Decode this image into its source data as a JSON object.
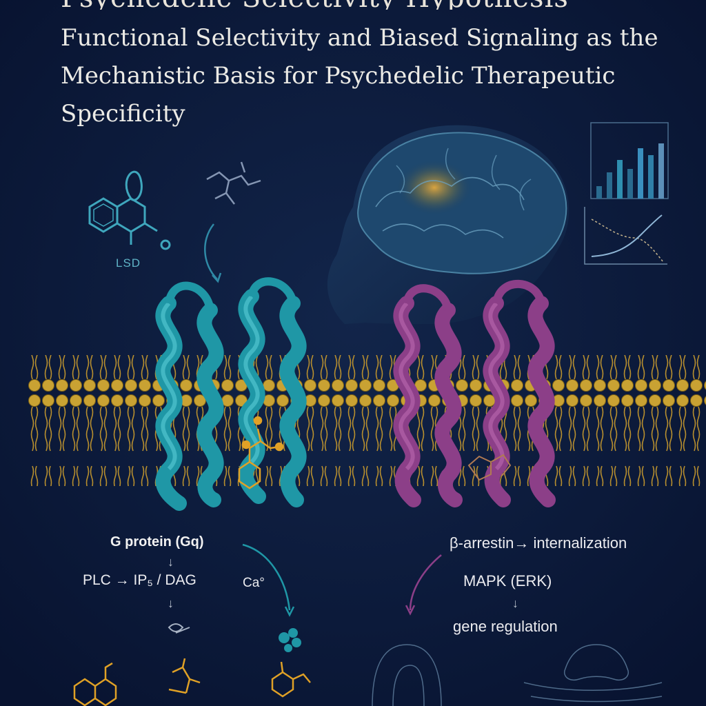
{
  "header": {
    "title_partial": "Psychedelic Selectivity Hypothesis",
    "subtitle": "Functional Selectivity and Biased Signaling as the Mechanistic Basis for Psychedelic Therapeutic Specificity"
  },
  "molecule": {
    "label": "LSD"
  },
  "left_pathway": {
    "g_protein": "G protein (Gq)",
    "plc": "PLC → IP₅ / DAG",
    "calcium": "Ca°"
  },
  "right_pathway": {
    "arrestin": "β-arrestin→ internalization",
    "mapk": "MAPK (ERK)",
    "gene": "gene regulation"
  },
  "colors": {
    "background": "#0b1736",
    "receptor_left": "#1f97a6",
    "receptor_right": "#8c3f88",
    "membrane_heads": "#c9a233",
    "ligand": "#e0a126",
    "brain_glow": "#d9a440"
  },
  "icons": [
    "brain-head-icon",
    "bar-chart-icon",
    "line-chart-icon",
    "lsd-molecule-icon"
  ]
}
